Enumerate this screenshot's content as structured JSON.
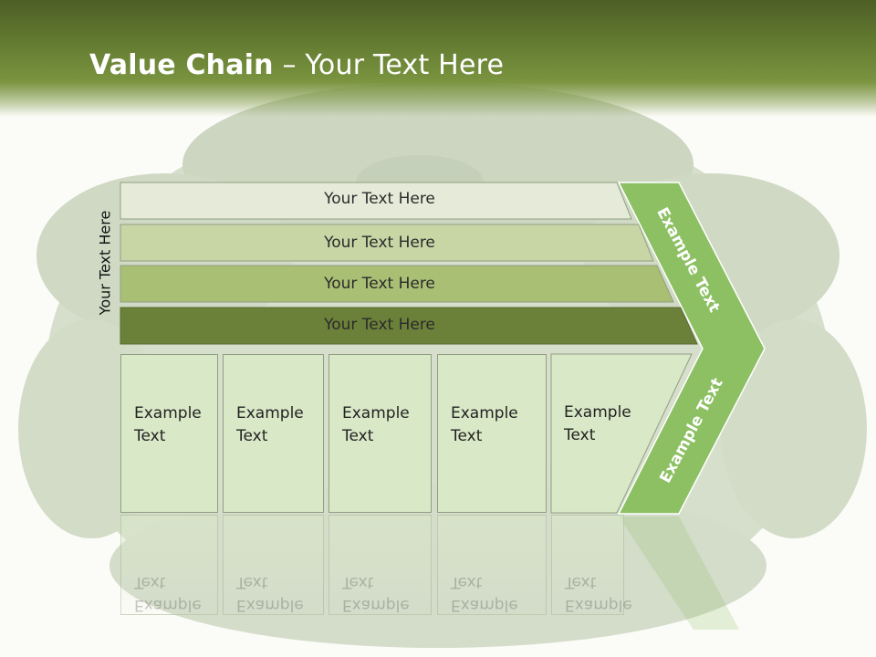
{
  "title": {
    "bold": "Value Chain",
    "rest": " – Your Text Here"
  },
  "side_label": "Your Text Here",
  "bands": [
    {
      "label": "Your Text Here",
      "color": "#e6ebd9"
    },
    {
      "label": "Your Text Here",
      "color": "#c8d6a6"
    },
    {
      "label": "Your Text Here",
      "color": "#a9bf74"
    },
    {
      "label": "Your Text Here",
      "color": "#6b8139"
    }
  ],
  "columns": [
    {
      "line1": "Example",
      "line2": "Text"
    },
    {
      "line1": "Example",
      "line2": "Text"
    },
    {
      "line1": "Example",
      "line2": "Text"
    },
    {
      "line1": "Example",
      "line2": "Text"
    },
    {
      "line1": "Example",
      "line2": "Text"
    }
  ],
  "chevron": {
    "upper": "Example Text",
    "lower": "Example Text",
    "color": "#8cc063"
  },
  "colors": {
    "header": "#627a30",
    "column_fill": "#d9e9c7",
    "background": "#fbfbf7"
  }
}
